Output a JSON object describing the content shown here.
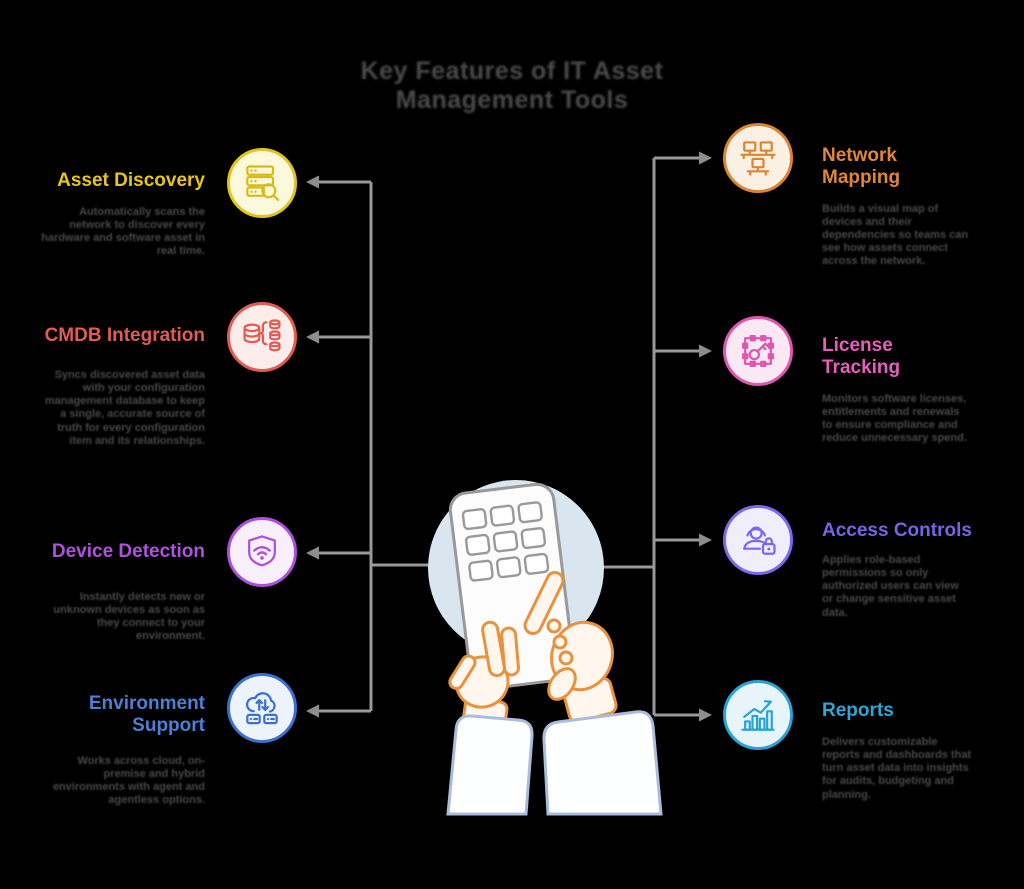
{
  "title": "Key Features of IT Asset Management Tools",
  "colors": {
    "background": "#000000",
    "title_text": "#4a4a4a",
    "description_text": "#484848",
    "connector": "#999999",
    "asset_discovery": "#e6c51c",
    "cmdb_integration": "#e25b55",
    "device_detection": "#ae52dc",
    "environment_support": "#4c7fd6",
    "network_mapping": "#e0863b",
    "license_tracking": "#e75fbc",
    "access_controls": "#7466e3",
    "reports": "#2ea7d6",
    "center_circle": "#d9e6f0",
    "hand_outline": "#e8923f",
    "sleeve_outline": "#a9bcdc"
  },
  "features": {
    "left": [
      {
        "title": "Asset Discovery",
        "icon": "server-search-icon",
        "description": "Automatically scans the network to discover every hardware and software asset in real time."
      },
      {
        "title": "CMDB Integration",
        "icon": "database-link-icon",
        "description": "Syncs discovered asset data with your configuration management database to keep a single, accurate source of truth for every configuration item and its relationships."
      },
      {
        "title": "Device Detection",
        "icon": "shield-wifi-icon",
        "description": "Instantly detects new or unknown devices as soon as they connect to your environment."
      },
      {
        "title": "Environment Support",
        "icon": "cloud-sync-icon",
        "description": "Works across cloud, on-premise and hybrid environments with agent and agentless options."
      }
    ],
    "right": [
      {
        "title": "Network Mapping",
        "icon": "network-devices-icon",
        "description": "Builds a visual map of devices and their dependencies so teams can see how assets connect across the network."
      },
      {
        "title": "License Tracking",
        "icon": "license-key-icon",
        "description": "Monitors software licenses, entitlements and renewals to ensure compliance and reduce unnecessary spend."
      },
      {
        "title": "Access Controls",
        "icon": "user-lock-icon",
        "description": "Applies role-based permissions so only authorized users can view or change sensitive asset data."
      },
      {
        "title": "Reports",
        "icon": "growth-chart-icon",
        "description": "Delivers customizable reports and dashboards that turn asset data into insights for audits, budgeting and planning."
      }
    ]
  },
  "center": {
    "illustration": "hands-tapping-tablet"
  }
}
